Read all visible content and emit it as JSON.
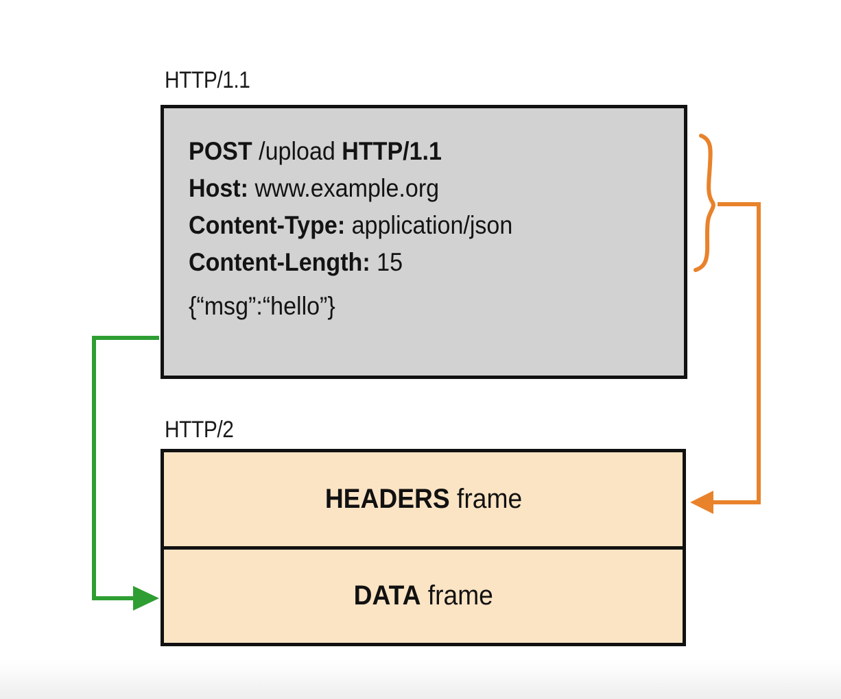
{
  "diagram": {
    "title_http11": "HTTP/1.1",
    "title_http2": "HTTP/2",
    "http11_message": {
      "lines": [
        {
          "bold1": "POST",
          "plain1": " /upload ",
          "bold2": "HTTP/1.1",
          "plain2": ""
        },
        {
          "bold1": "Host:",
          "plain1": " www.example.org",
          "bold2": "",
          "plain2": ""
        },
        {
          "bold1": "Content-Type:",
          "plain1": " application/json",
          "bold2": "",
          "plain2": ""
        },
        {
          "bold1": "Content-Length:",
          "plain1": " 15",
          "bold2": "",
          "plain2": ""
        }
      ],
      "line_1_full": "POST /upload HTTP/1.1",
      "line_2_full": "Host: www.example.org",
      "line_3_full": "Content-Type: application/json",
      "line_4_full": "Content-Length: 15",
      "body": "{“msg”:“hello”}"
    },
    "http2_frames": [
      {
        "name": "HEADERS",
        "suffix": " frame",
        "full": "HEADERS frame"
      },
      {
        "name": "DATA",
        "suffix": " frame",
        "full": "DATA frame"
      }
    ],
    "connectors": {
      "headers_mapping_color": "#e8822b",
      "body_mapping_color": "#2e9e32",
      "headers_mapping_label": "headers-to-headers-frame",
      "body_mapping_label": "body-to-data-frame"
    },
    "colors": {
      "http11_box_fill": "#d2d2d2",
      "http2_box_fill": "#fbe4c4",
      "box_border": "#111111",
      "orange": "#e8822b",
      "green": "#2e9e32",
      "text": "#131313",
      "background": "#ffffff"
    }
  }
}
